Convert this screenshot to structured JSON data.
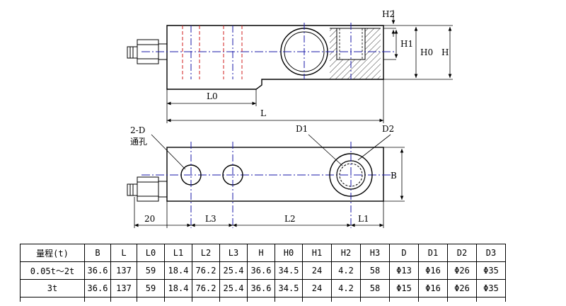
{
  "labels": {
    "h2": "H2",
    "h1": "H1",
    "h0": "H0",
    "h": "H",
    "l0": "L0",
    "l": "L",
    "hole_label_line1": "2-D",
    "hole_label_line2": "通孔",
    "d1": "D1",
    "d2": "D2",
    "b": "B",
    "dim_20": "20",
    "l3": "L3",
    "l2": "L2",
    "l1": "L1"
  },
  "table": {
    "headers": [
      "量程(t)",
      "B",
      "L",
      "L0",
      "L1",
      "L2",
      "L3",
      "H",
      "H0",
      "H1",
      "H2",
      "H3",
      "D",
      "D1",
      "D2",
      "D3"
    ],
    "rows": [
      [
        "0.05t～2t",
        "36.6",
        "137",
        "59",
        "18.4",
        "76.2",
        "25.4",
        "36.6",
        "34.5",
        "24",
        "4.2",
        "58",
        "Φ13",
        "Φ16",
        "Φ26",
        "Φ35"
      ],
      [
        "3t",
        "36.6",
        "137",
        "59",
        "18.4",
        "76.2",
        "25.4",
        "36.6",
        "34.5",
        "24",
        "4.2",
        "58",
        "Φ15",
        "Φ16",
        "Φ26",
        "Φ35"
      ]
    ]
  },
  "colors": {
    "line": "#000000",
    "center_line": "#1a1aa8",
    "gauge_line": "#d21e1e"
  }
}
